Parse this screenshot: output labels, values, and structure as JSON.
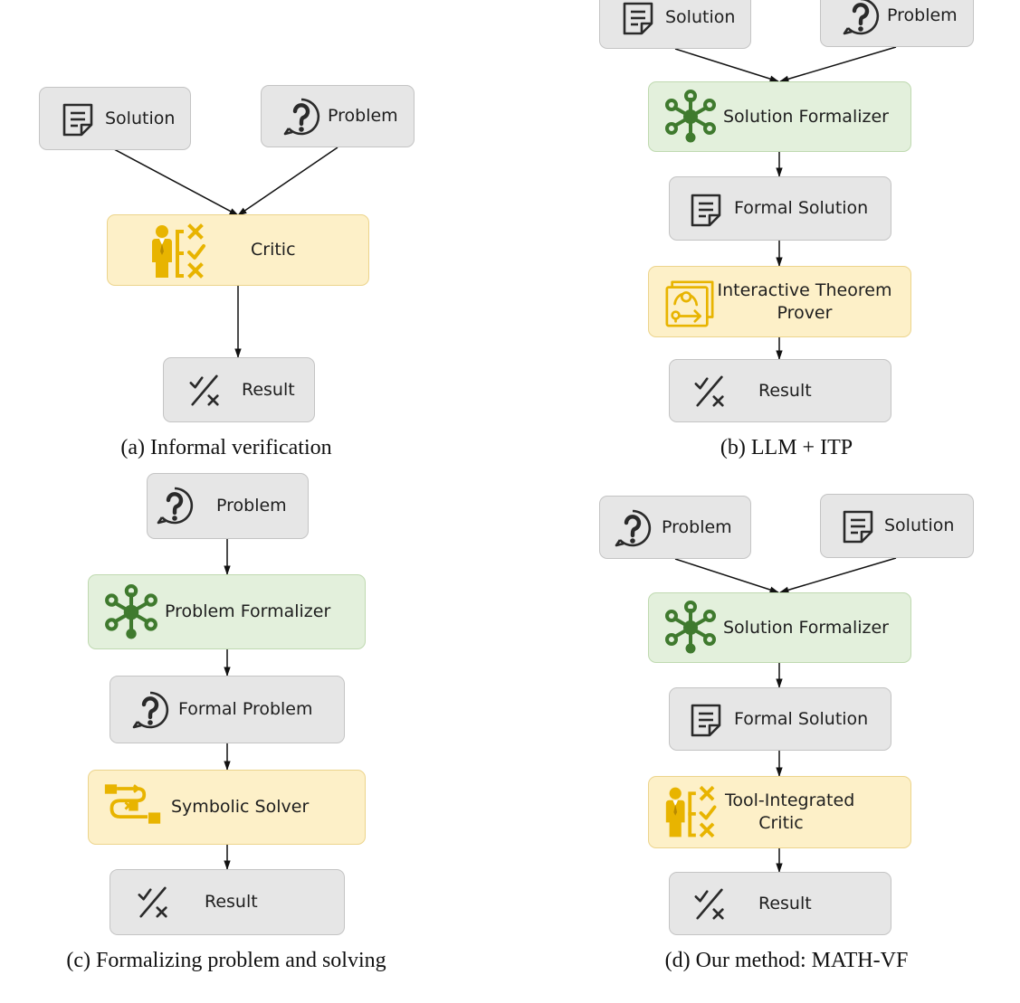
{
  "panel_a": {
    "caption": "(a) Informal verification",
    "solution": "Solution",
    "problem": "Problem",
    "critic": "Critic",
    "result": "Result"
  },
  "panel_b": {
    "caption": "(b) LLM + ITP",
    "solution": "Solution",
    "problem": "Problem",
    "solution_formalizer": "Solution Formalizer",
    "formal_solution": "Formal Solution",
    "itp_line1": "Interactive Theorem",
    "itp_line2": "Prover",
    "result": "Result"
  },
  "panel_c": {
    "caption": "(c) Formalizing problem and solving",
    "problem": "Problem",
    "problem_formalizer": "Problem Formalizer",
    "formal_problem": "Formal Problem",
    "symbolic_solver": "Symbolic Solver",
    "result": "Result"
  },
  "panel_d": {
    "caption": "(d) Our method: MATH-VF",
    "problem": "Problem",
    "solution": "Solution",
    "solution_formalizer": "Solution Formalizer",
    "formal_solution": "Formal Solution",
    "critic_line1": "Tool-Integrated",
    "critic_line2": "Critic",
    "result": "Result"
  },
  "icons": {
    "document": "document-icon",
    "question": "question-icon",
    "network": "network-icon",
    "critic": "critic-person-checklist-icon",
    "result": "check-cross-icon",
    "theorem_prover": "theorem-prover-icon",
    "symbolic_solver": "symbolic-solver-icon"
  },
  "colors": {
    "gray_box": "#e6e6e6",
    "green_box": "#e3f0dc",
    "yellow_box": "#fdf0c8",
    "green_icon": "#3f7a2e",
    "gold_icon": "#e8b400"
  }
}
